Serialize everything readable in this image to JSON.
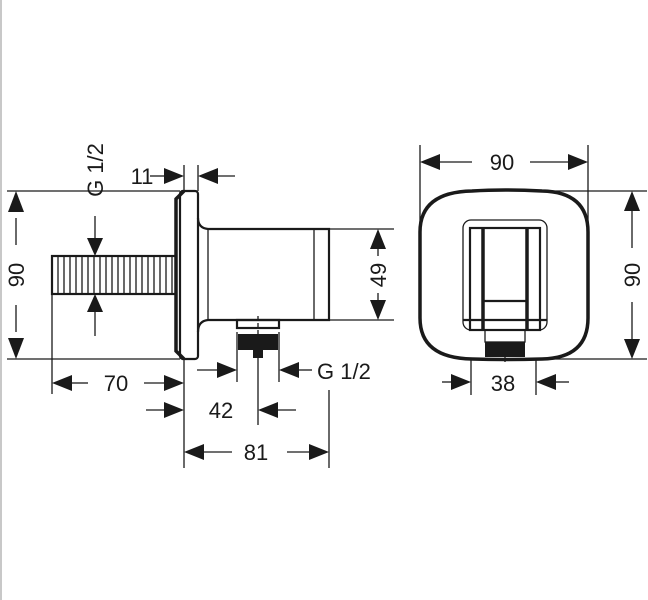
{
  "drawing": {
    "title": "Wall outlet with hand shower holder - technical dimension drawing",
    "units": "mm",
    "line_color": "#1a1a1a",
    "background": "#ffffff"
  },
  "side_view": {
    "thread_label": "G 1/2",
    "flange_thickness": "11",
    "overall_height": "90",
    "pipe_length": "70",
    "body_height": "49",
    "outlet_thread_label": "G 1/2",
    "outlet_offset": "42",
    "overall_depth": "81"
  },
  "front_view": {
    "width": "90",
    "height": "90",
    "outlet_width": "38"
  }
}
